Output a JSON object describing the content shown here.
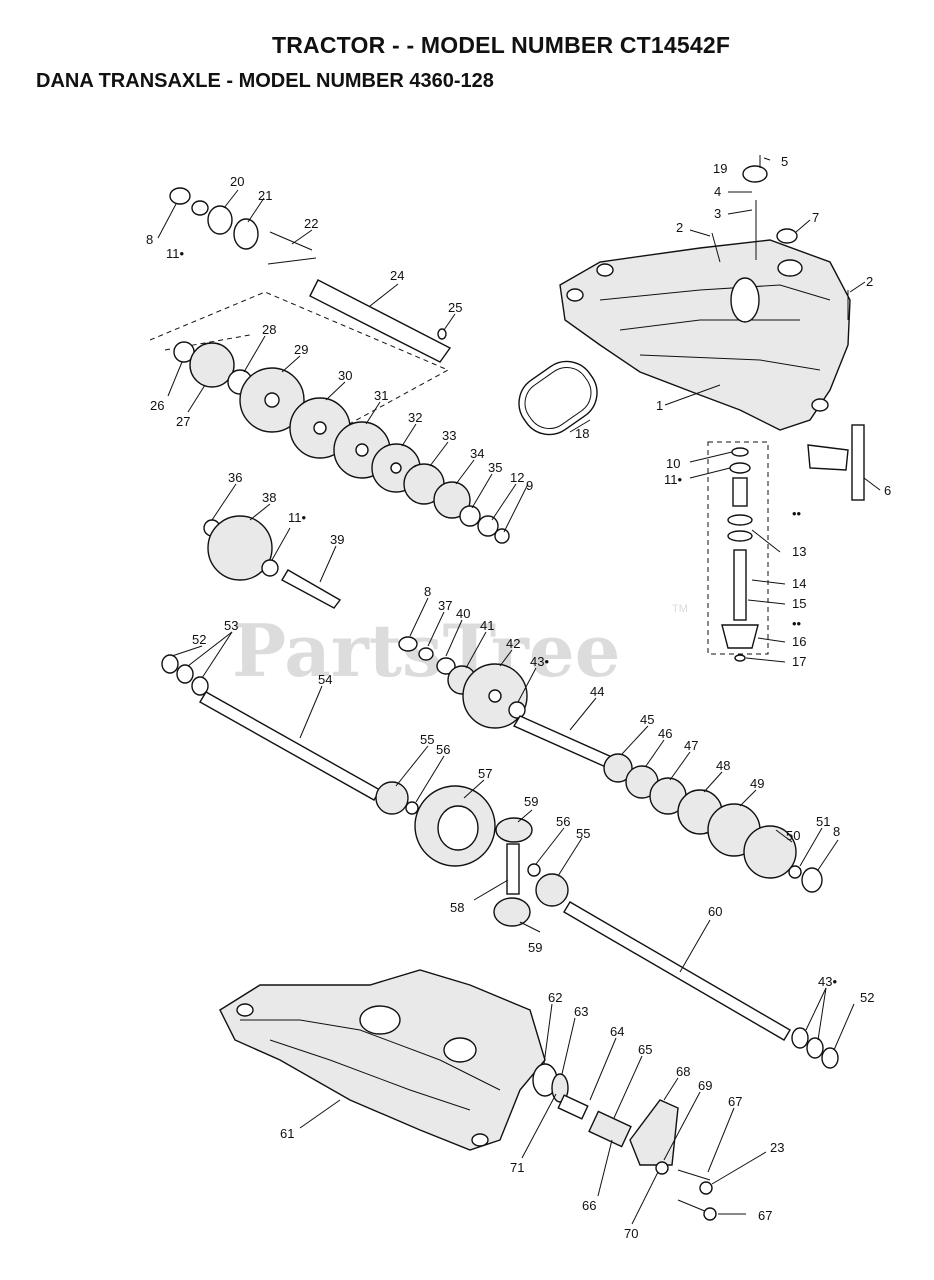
{
  "header": {
    "title": "TRACTOR - - MODEL NUMBER CT14542F",
    "subtitle": "DANA TRANSAXLE - MODEL NUMBER  4360-128"
  },
  "watermark": {
    "text": "PartsTree",
    "trademark": "TM"
  },
  "callouts": {
    "c1": "1",
    "c2a": "2",
    "c2b": "2",
    "c3": "3",
    "c4": "4",
    "c5": "5",
    "c6": "6",
    "c7": "7",
    "c8a": "8",
    "c8b": "8",
    "c8c": "8",
    "c9": "9",
    "c10": "10",
    "c11a": "11•",
    "c11b": "11•",
    "c11c": "11•",
    "c12": "12",
    "c13": "13",
    "c14": "14",
    "c15": "15",
    "c16": "16",
    "c17": "17",
    "c18": "18",
    "c19": "19",
    "c20": "20",
    "c21": "21",
    "c22": "22",
    "c23": "23",
    "c24": "24",
    "c25": "25",
    "c26": "26",
    "c27": "27",
    "c28": "28",
    "c29": "29",
    "c30": "30",
    "c31": "31",
    "c32": "32",
    "c33": "33",
    "c34": "34",
    "c35": "35",
    "c36": "36",
    "c37": "37",
    "c38": "38",
    "c39": "39",
    "c40": "40",
    "c41": "41",
    "c42": "42",
    "c43a": "43•",
    "c43b": "43•",
    "c44": "44",
    "c45": "45",
    "c46": "46",
    "c47": "47",
    "c48": "48",
    "c49": "49",
    "c50": "50",
    "c51": "51",
    "c52a": "52",
    "c52b": "52",
    "c53": "53",
    "c54": "54",
    "c55a": "55",
    "c55b": "55",
    "c56a": "56",
    "c56b": "56",
    "c57": "57",
    "c58": "58",
    "c59a": "59",
    "c59b": "59",
    "c60": "60",
    "c61": "61",
    "c62": "62",
    "c63": "63",
    "c64": "64",
    "c65": "65",
    "c66": "66",
    "c67a": "67",
    "c67b": "67",
    "c68": "68",
    "c69": "69",
    "c70": "70",
    "c71": "71",
    "dstar": "••",
    "dots": "••"
  }
}
